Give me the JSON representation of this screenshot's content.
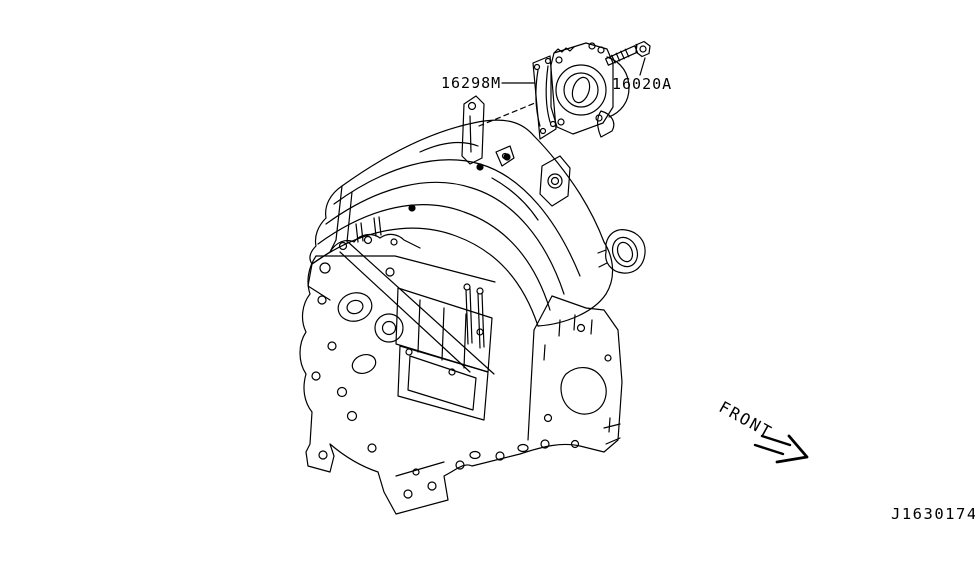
{
  "diagram": {
    "background_color": "#ffffff",
    "line_color": "#000000",
    "part_labels": [
      {
        "text": "16298M"
      },
      {
        "text": "16020A"
      }
    ],
    "orientation": {
      "text": "FRONT"
    },
    "figure_code": {
      "text": "J1630174"
    }
  }
}
